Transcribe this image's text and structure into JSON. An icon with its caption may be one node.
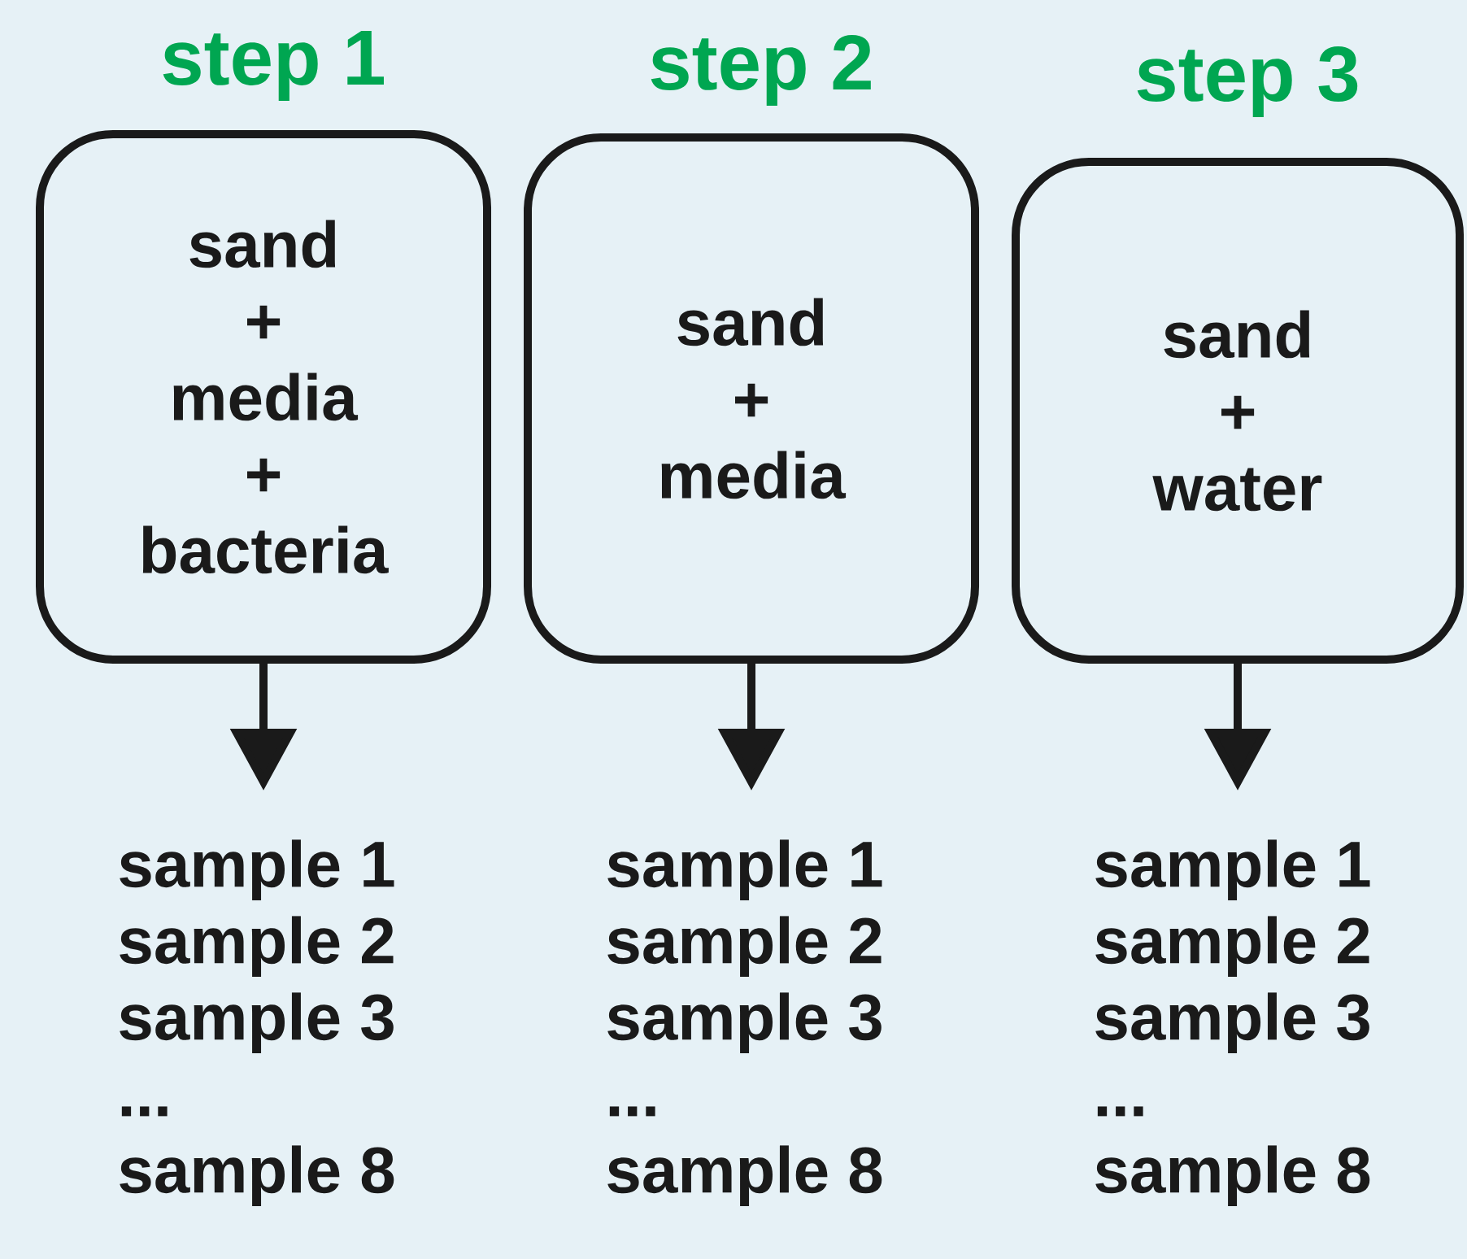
{
  "diagram": {
    "nodes": [
      {
        "text": [
          "step 1",
          "sand + media + bacteria"
        ]
      },
      {
        "text": [
          "step 2",
          "sand + media"
        ]
      },
      {
        "text": [
          "step 3",
          "sand + water"
        ]
      },
      {
        "text": [
          "sample 1",
          "sample 2",
          "sample 3",
          "...",
          "sample 8"
        ]
      },
      {
        "text": [
          "sample 1",
          "sample 2",
          "sample 3",
          "...",
          "sample 8"
        ]
      },
      {
        "text": [
          "sample 1",
          "sample 2",
          "sample 3",
          "...",
          "sample 8"
        ]
      }
    ],
    "edges": [
      {
        "from": 0,
        "to": 3,
        "arrow": "to"
      },
      {
        "from": 1,
        "to": 4,
        "arrow": "to"
      },
      {
        "from": 2,
        "to": 5,
        "arrow": "to"
      }
    ]
  }
}
